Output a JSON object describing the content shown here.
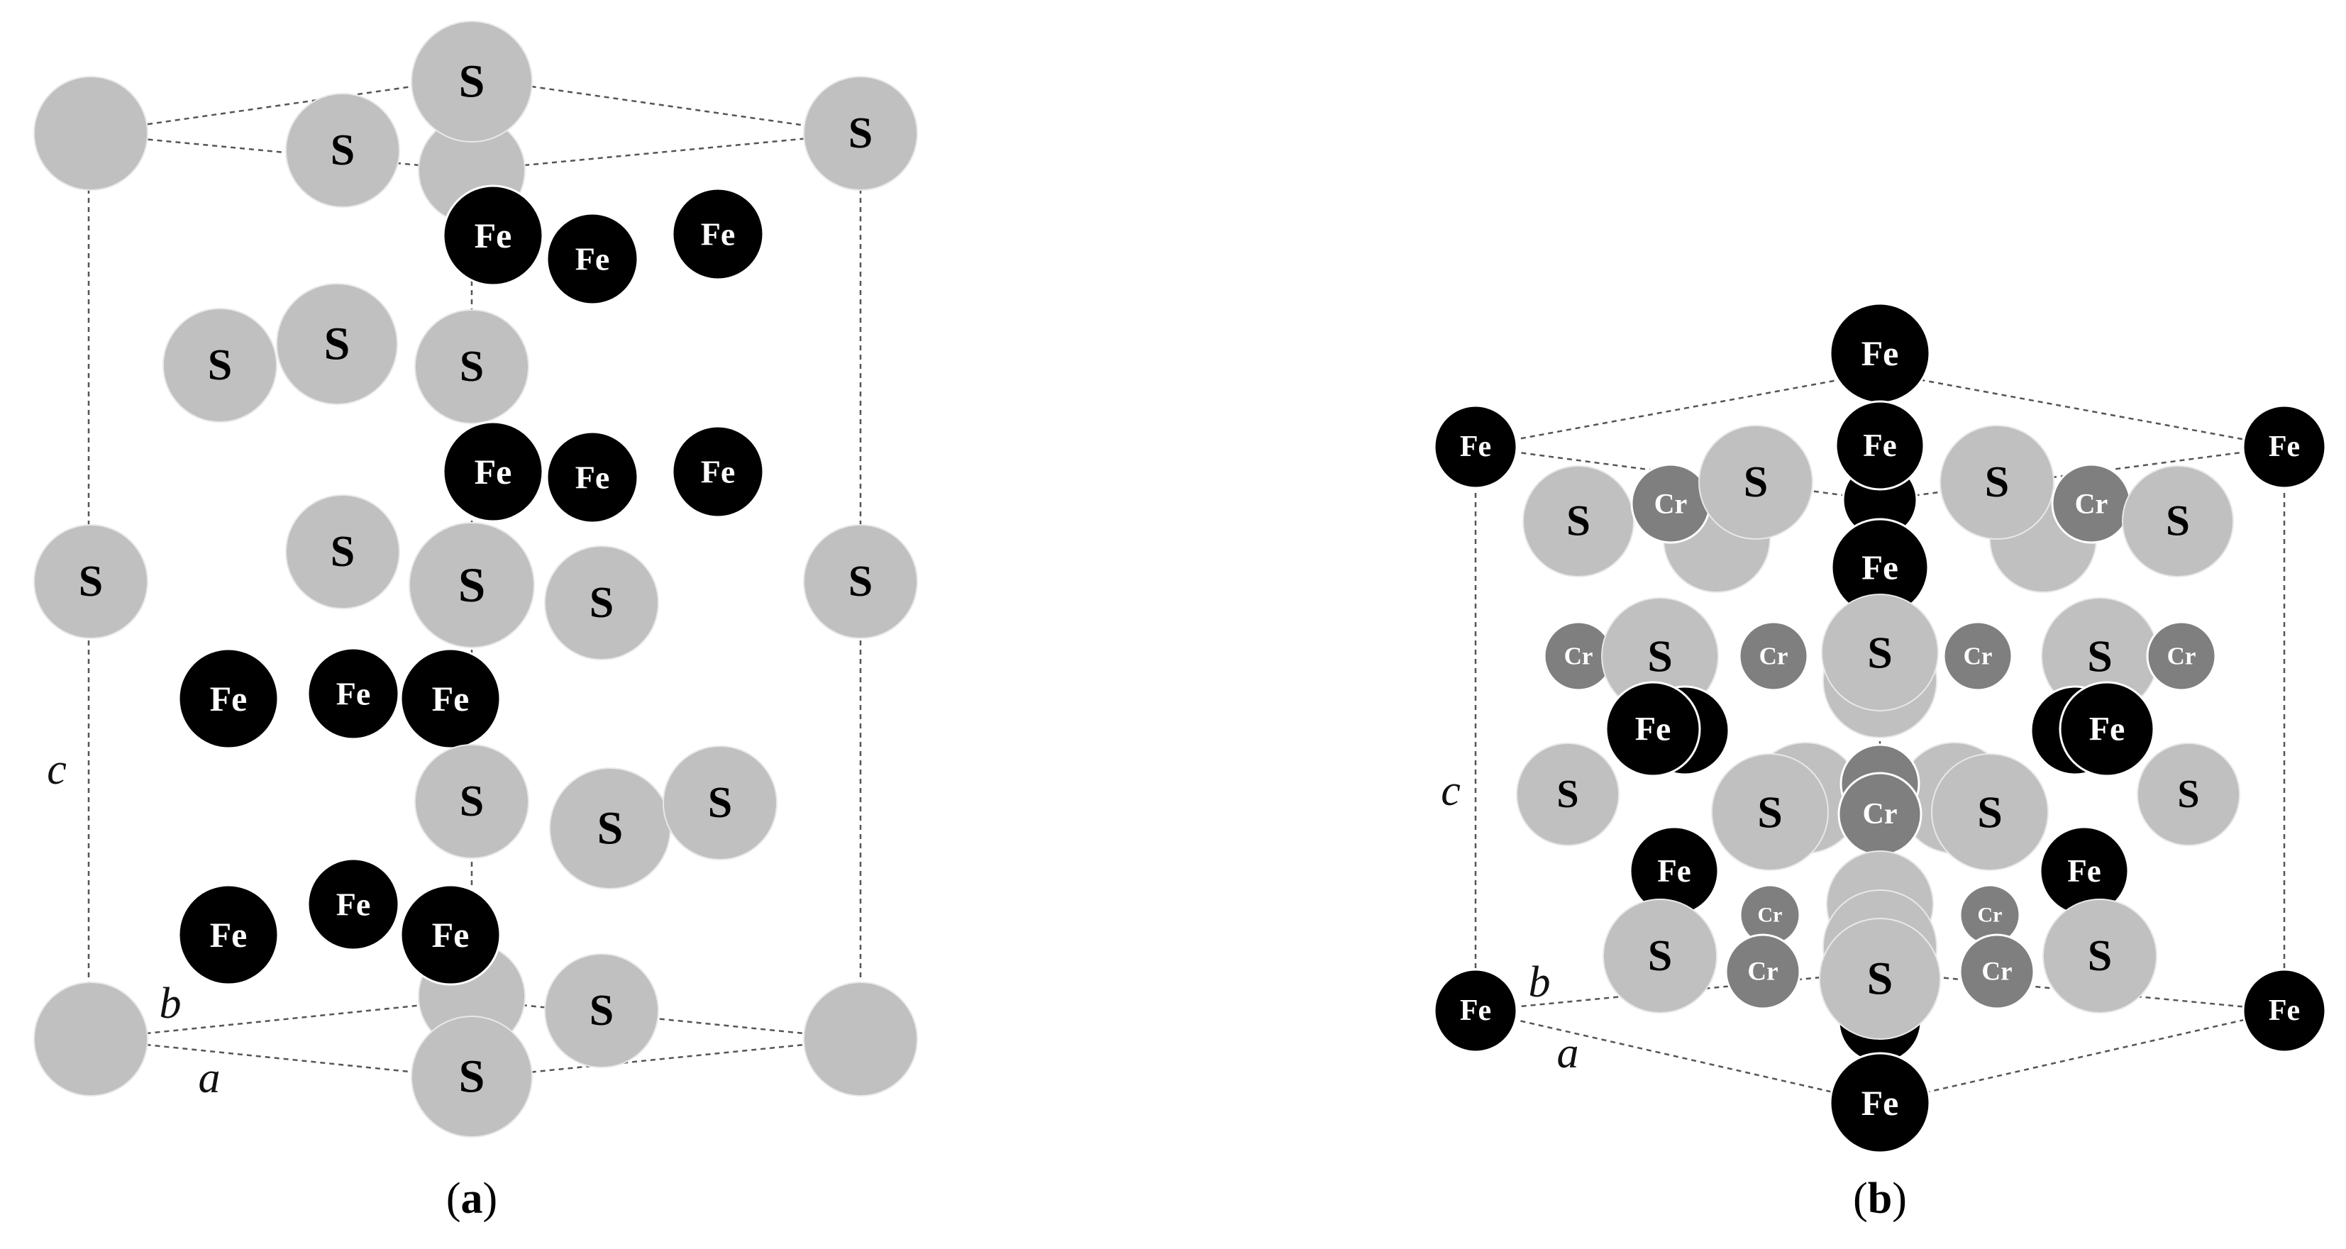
{
  "panels": [
    {
      "id": "a",
      "caption_open": "(",
      "caption_letter": "a",
      "caption_close": ")",
      "axis_labels": {
        "a": "a",
        "b": "b",
        "c": "c"
      }
    },
    {
      "id": "b",
      "caption_open": "(",
      "caption_letter": "b",
      "caption_close": ")",
      "axis_labels": {
        "a": "a",
        "b": "b",
        "c": "c"
      }
    }
  ],
  "species": {
    "S": {
      "label": "S",
      "color": "#c0c0c0",
      "text_color": "#000000"
    },
    "Fe": {
      "label": "Fe",
      "color": "#000000",
      "text_color": "#ffffff"
    },
    "Cr": {
      "label": "Cr",
      "color": "#7f7f7f",
      "text_color": "#ffffff"
    }
  }
}
